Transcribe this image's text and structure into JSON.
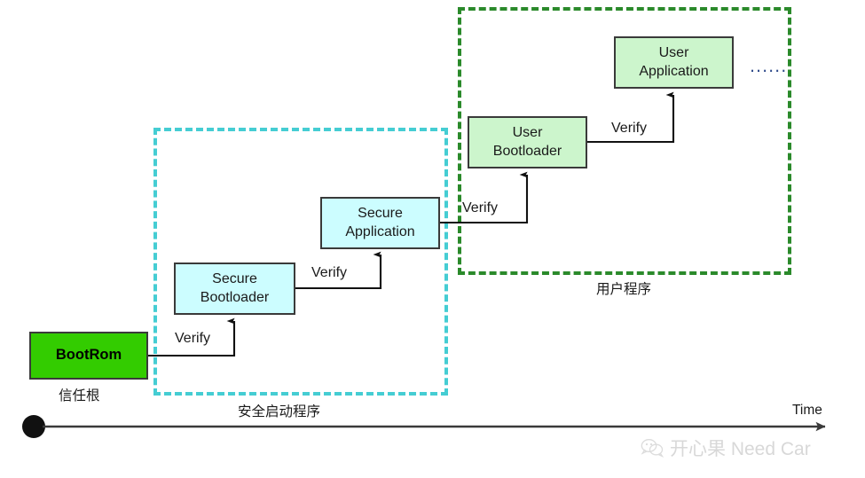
{
  "diagram": {
    "title_axis": "Time",
    "boxes": [
      {
        "id": "bootrom",
        "line1": "BootRom",
        "line2": "",
        "caption": "信任根"
      },
      {
        "id": "secure-bootloader",
        "line1": "Secure",
        "line2": "Bootloader",
        "caption": ""
      },
      {
        "id": "secure-application",
        "line1": "Secure",
        "line2": "Application",
        "caption": ""
      },
      {
        "id": "user-bootloader",
        "line1": "User",
        "line2": "Bootloader",
        "caption": ""
      },
      {
        "id": "user-application",
        "line1": "User",
        "line2": "Application",
        "caption": ""
      }
    ],
    "verify_labels": [
      {
        "id": "verify-1",
        "text": "Verify"
      },
      {
        "id": "verify-2",
        "text": "Verify"
      },
      {
        "id": "verify-3",
        "text": "Verify"
      },
      {
        "id": "verify-4",
        "text": "Verify"
      }
    ],
    "regions": [
      {
        "id": "secure-boot-region",
        "caption": "安全启动程序",
        "color": "#45cdd3"
      },
      {
        "id": "user-program-region",
        "caption": "用户程序",
        "color": "#2b8a2b"
      }
    ],
    "ellipsis": "......",
    "colors": {
      "bootrom_fill": "#33cc00",
      "secure_fill": "#ccfdff",
      "user_fill": "#ccf5cc",
      "box_border": "#3a3a3a",
      "cyan_dash": "#45cdd3",
      "green_dash": "#2b8a2b",
      "axis": "#3a3a3a",
      "watermark": "#d8d8d8"
    },
    "watermark": "开心果 Need Car"
  }
}
